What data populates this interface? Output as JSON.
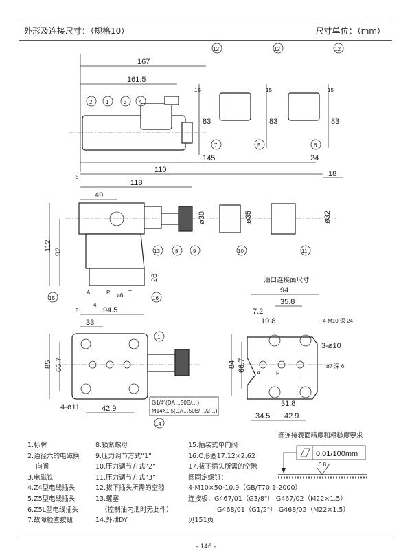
{
  "header": {
    "title": "外形及连接尺寸：（规格10）",
    "unit": "尺寸单位：（mm）"
  },
  "top_view": {
    "dims": [
      "167",
      "161.5",
      "15",
      "83",
      "145",
      "24",
      "18"
    ],
    "balloons": [
      "1",
      "2",
      "3",
      "4",
      "5",
      "6",
      "7",
      "12",
      "12",
      "12"
    ],
    "dims_side": [
      "15",
      "83",
      "15",
      "83"
    ]
  },
  "front_view": {
    "dims": [
      "110",
      "118",
      "49",
      "5",
      "112",
      "92",
      "28",
      "4",
      "ø6",
      "94.5",
      "5",
      "ø30",
      "ø35",
      "ø32"
    ],
    "port_labels": [
      "A",
      "P",
      "T"
    ],
    "balloons": [
      "8",
      "9",
      "10",
      "11",
      "13",
      "15",
      "16"
    ]
  },
  "plan_view": {
    "dims": [
      "33",
      "85",
      "66.7",
      "4-ø11",
      "42.9"
    ],
    "balloons": [
      "1",
      "14"
    ],
    "callout": [
      "G1/4\"(DA…50B/…)",
      "M14X1.5(DA…50B/…/2…)"
    ]
  },
  "port_face": {
    "title": "油口连接面尺寸",
    "dims": [
      "94",
      "35.8",
      "7.2",
      "19.8",
      "84",
      "66.7",
      "31.8",
      "34.5",
      "42.9"
    ],
    "notes": [
      "4-M10 深 24",
      "3-ø10",
      "ø7 深 6"
    ],
    "port_labels": [
      "A",
      "P",
      "T"
    ]
  },
  "legend_col1": [
    "1.标牌",
    "2.通径六的电磁换",
    "向阀",
    "3.电磁铁",
    "4.Z4型电线插头",
    "5.Z5型电线插头",
    "6.Z5L型电线插头",
    "7.故障检查按钮"
  ],
  "legend_col2": [
    "8.锁紧螺母",
    "9.压力调节方式“1”",
    "10.压力调节方式“2”",
    "11.压力调节方式“3”",
    "12.拔下插头所需的空隙",
    "13.螺塞",
    "（控制油内泄时无此件）",
    "14.外泄DY"
  ],
  "legend_col3": [
    "15.插装式单向阀",
    "16.O形圈17.12×2.62",
    "17.拔下插头所需的空隙",
    "阀固定螺钉：",
    "4-M10×50-10.9（GB/T70.1-2000）",
    "连接板：G467/01（G3/8\"） G467/02（M22×1.5）",
    "G468/01（G1/2\"） G468/02（M22×1.5）",
    "见151页"
  ],
  "surface": {
    "title": "阀连接表面精度和粗糙度要求",
    "flatness": "0.01/100mm",
    "roughness": "0.8"
  },
  "page_number": "- 146 -"
}
